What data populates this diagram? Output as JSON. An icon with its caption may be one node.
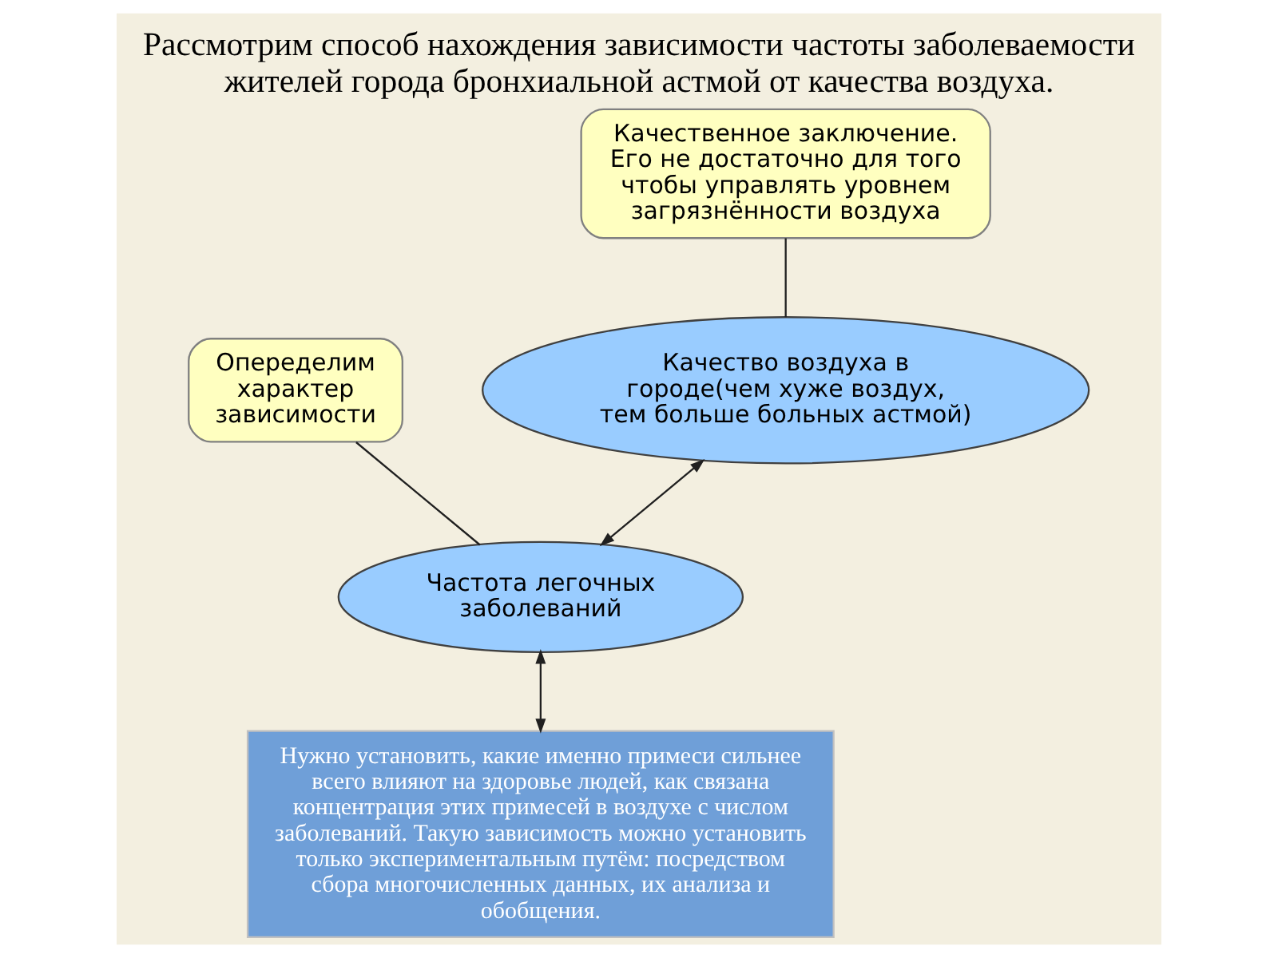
{
  "diagram": {
    "title": "Рассмотрим способ нахождения зависимости частоты заболеваемости жителей города бронхиальной астмой от качества воздуха.",
    "nodes": [
      {
        "text": [
          "Опеределим характер зависимости"
        ]
      },
      {
        "text": [
          "Качество воздуха в городе(чем хуже воздух, тем больше больных астмой)"
        ]
      },
      {
        "text": [
          "Частота легочных заболеваний"
        ]
      },
      {
        "text": [
          "Качественное заключение. Его не достаточно для того чтобы управлять уровнем загрязнённости воздуха"
        ]
      },
      {
        "text": [
          "Нужно установить, какие именно примеси сильнее всего влияют на здоровье людей, как связана концентрация этих примесей в воздухе с числом заболеваний. Такую зависимость можно установить только экспериментальным путём: посредством сбора многочисленных данных, их анализа и обобщения."
        ]
      }
    ],
    "edges": [
      {
        "from": 1,
        "to": 2,
        "arrow": "both"
      },
      {
        "from": 0,
        "to": 2,
        "arrow": "none"
      },
      {
        "from": 2,
        "to": 4,
        "arrow": "both"
      },
      {
        "from": 3,
        "to": 1,
        "arrow": "none"
      }
    ]
  }
}
